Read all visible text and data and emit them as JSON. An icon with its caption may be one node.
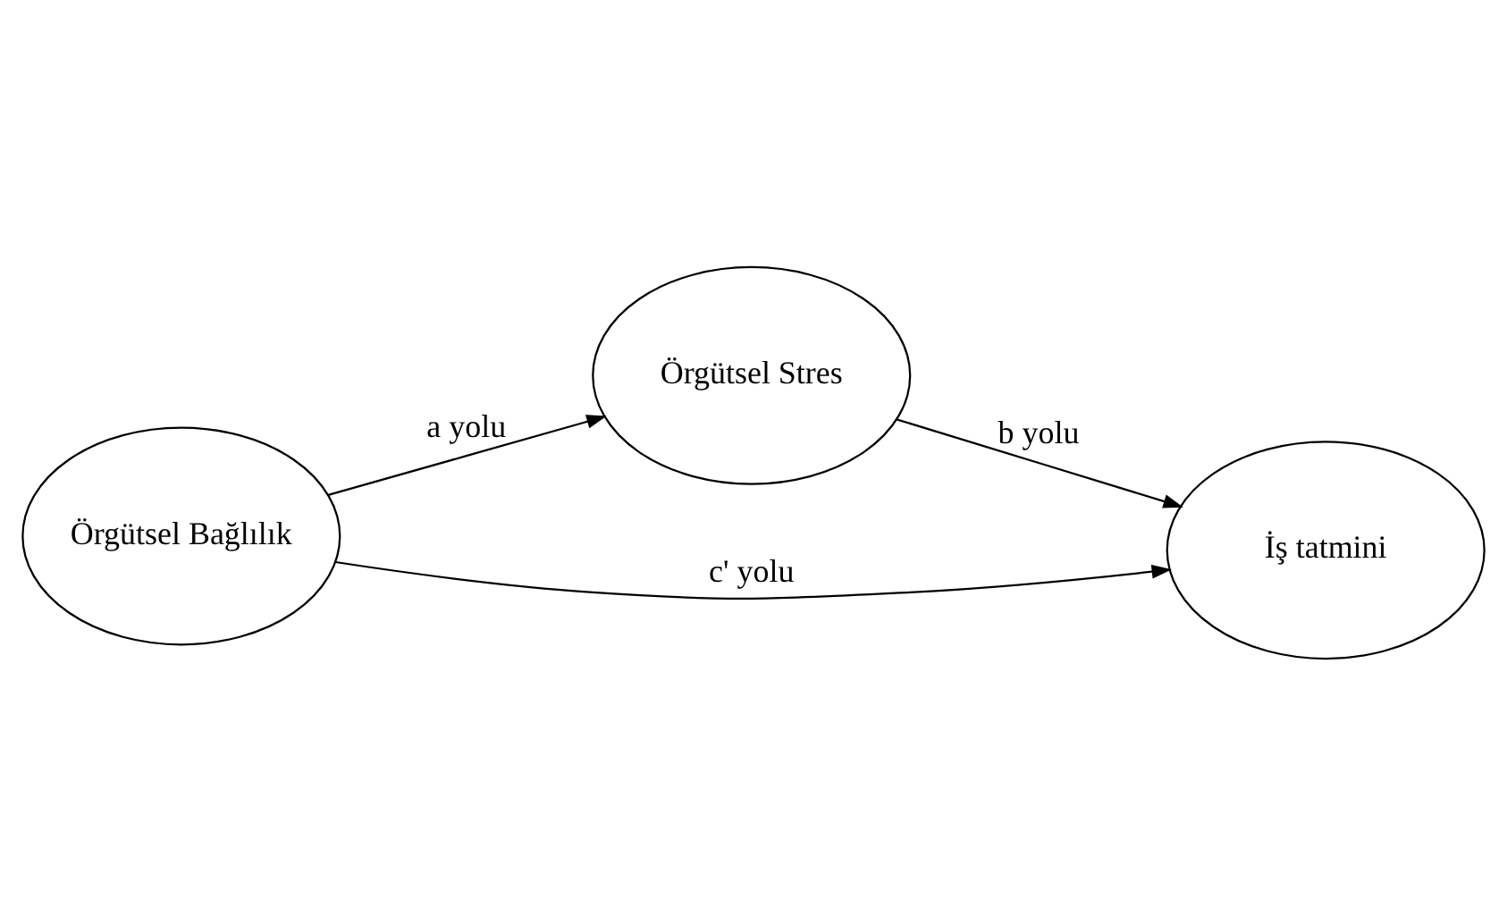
{
  "diagram": {
    "nodes": [
      {
        "text": [
          "Örgütsel Stres"
        ]
      },
      {
        "text": [
          "Örgütsel Bağlılık"
        ]
      },
      {
        "text": [
          "İş tatmini"
        ]
      }
    ],
    "edges": [
      {
        "from": 1,
        "to": 0,
        "arrow": "to",
        "label": "a yolu"
      },
      {
        "from": 0,
        "to": 2,
        "arrow": "to",
        "label": "b yolu"
      },
      {
        "from": 1,
        "to": 2,
        "arrow": "to",
        "label": "c' yolu"
      }
    ]
  }
}
